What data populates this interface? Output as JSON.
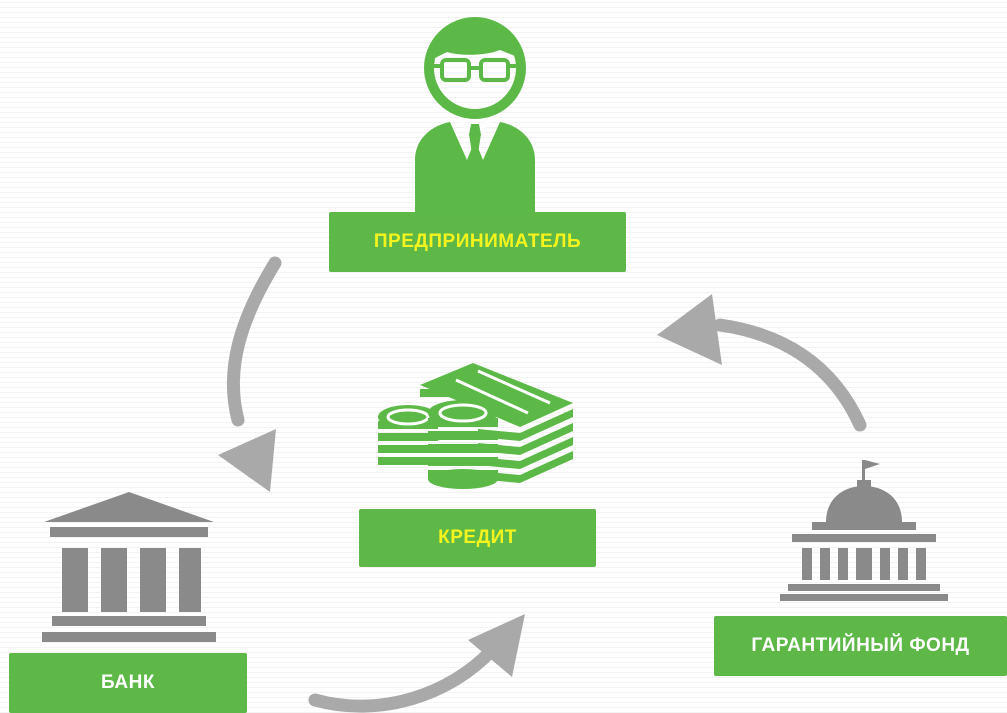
{
  "labels": {
    "entrepreneur": "ПРЕДПРИНИМАТЕЛЬ",
    "credit": "КРЕДИТ",
    "bank": "БАНК",
    "guarantee_fund": "ГАРАНТИЙНЫЙ ФОНД"
  },
  "colors": {
    "green": "#5cb947",
    "label_bg": "#5db848",
    "label_text_yellow": "#f5f31e",
    "label_text_white": "#ffffff",
    "gray": "#8a8a8a",
    "arrow_gray": "#a9a9a9"
  },
  "icons": {
    "entrepreneur": "person-with-glasses-icon",
    "credit": "money-stack-and-coins-icon",
    "bank": "bank-building-icon",
    "guarantee_fund": "government-building-icon"
  }
}
